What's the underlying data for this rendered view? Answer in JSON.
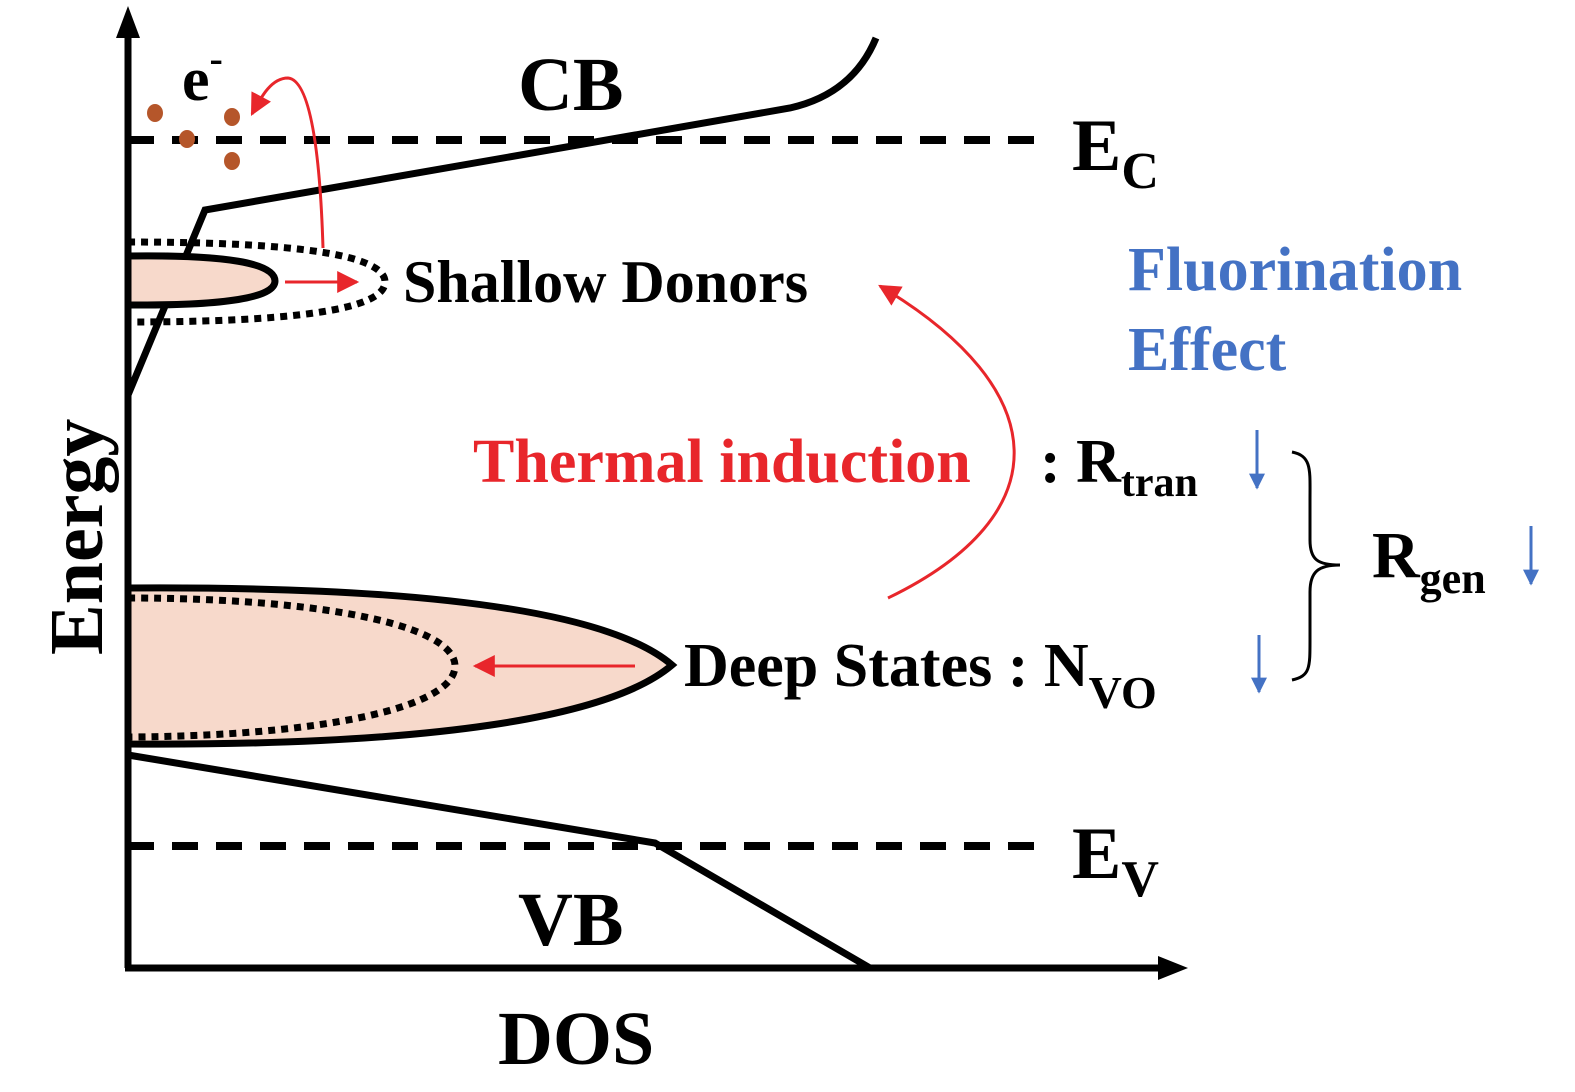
{
  "diagram": {
    "y_axis_label": "Energy",
    "x_axis_label": "DOS",
    "cb_label": "CB",
    "vb_label": "VB",
    "electron_label": "e",
    "electron_sup": "-",
    "ec_label": "E",
    "ec_sub": "C",
    "ev_label": "E",
    "ev_sub": "V",
    "shallow_label": "Shallow Donors",
    "deep_label": "Deep States : N",
    "deep_sub": "VO",
    "thermal_label": "Thermal induction",
    "rtran_label": ": R",
    "rtran_sub": "tran",
    "rgen_label": "R",
    "rgen_sub": "gen",
    "fluorination_line1": "Fluorination",
    "fluorination_line2": "Effect",
    "colors": {
      "red": "#e8262b",
      "blue": "#4472c4",
      "fill": "#f7d9cb",
      "electron": "#b5562a"
    }
  }
}
